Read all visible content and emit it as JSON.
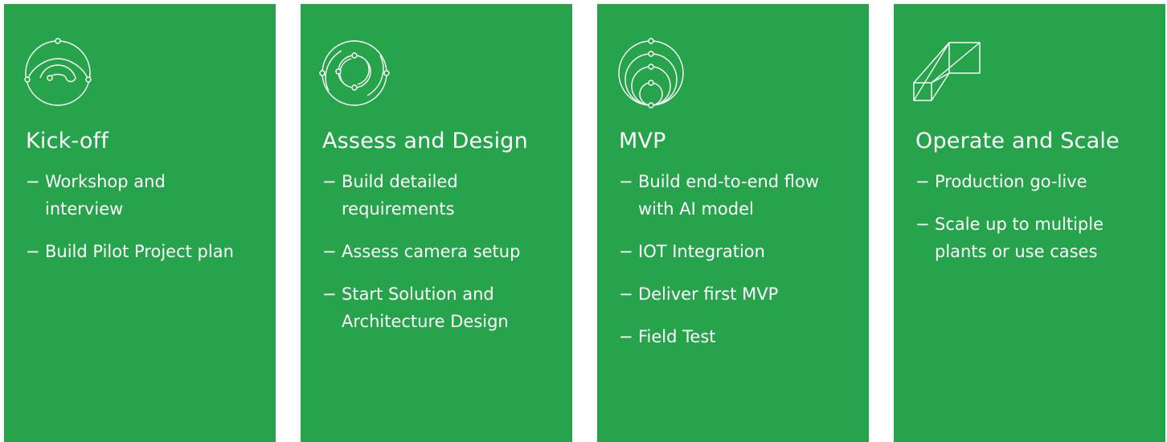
{
  "colors": {
    "card_background": "#26a34b",
    "text": "#ffffff"
  },
  "cards": [
    {
      "title": "Kick-off",
      "icon": "arc-orbit-icon",
      "bullets": [
        "Workshop and interview",
        "Build Pilot Project plan"
      ]
    },
    {
      "title": "Assess and Design",
      "icon": "cycle-arrows-icon",
      "bullets": [
        "Build detailed requirements",
        "Assess camera setup",
        "Start Solution and Architecture Design"
      ]
    },
    {
      "title": "MVP",
      "icon": "nested-circles-icon",
      "bullets": [
        "Build end-to-end flow with AI model",
        "IOT Integration",
        "Deliver first MVP",
        "Field Test"
      ]
    },
    {
      "title": "Operate and Scale",
      "icon": "scale-boxes-icon",
      "bullets": [
        "Production go-live",
        "Scale up to multiple plants or use cases"
      ]
    }
  ]
}
